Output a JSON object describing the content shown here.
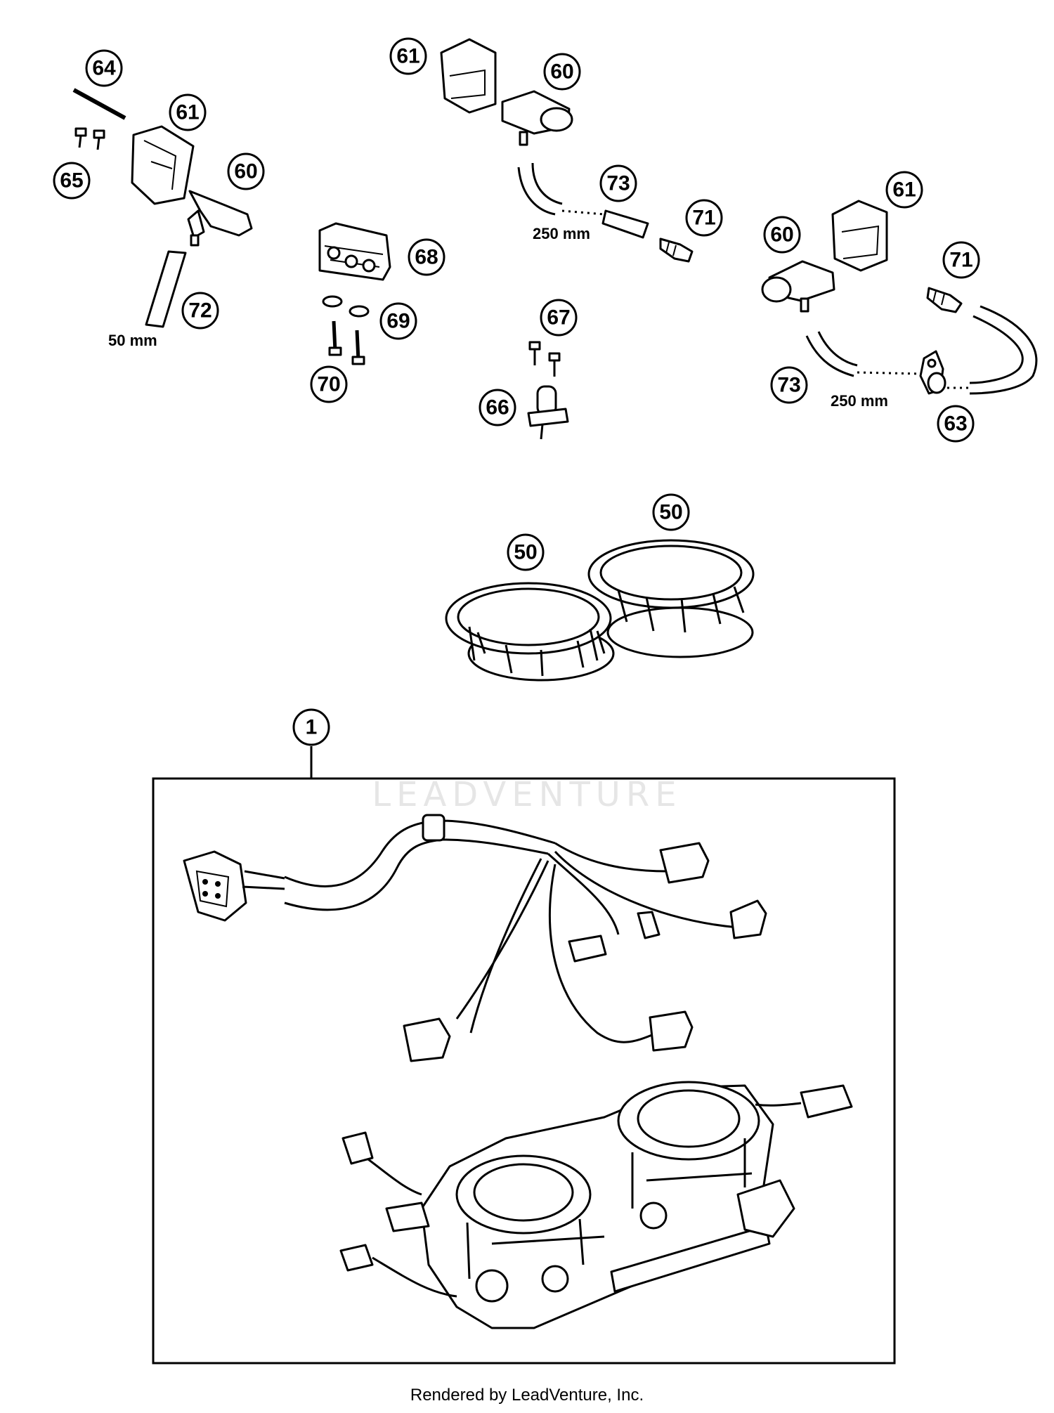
{
  "watermark": "LEADVENTURE",
  "footer": "Rendered by LeadVenture, Inc.",
  "dimensions": {
    "hose_72": "50 mm",
    "hose_73_top": "250 mm",
    "hose_73_right": "250 mm"
  },
  "callouts": [
    {
      "id": "c64",
      "label": "64"
    },
    {
      "id": "c61a",
      "label": "61"
    },
    {
      "id": "c65",
      "label": "65"
    },
    {
      "id": "c60a",
      "label": "60"
    },
    {
      "id": "c72",
      "label": "72"
    },
    {
      "id": "c61b",
      "label": "61"
    },
    {
      "id": "c60b",
      "label": "60"
    },
    {
      "id": "c73a",
      "label": "73"
    },
    {
      "id": "c71a",
      "label": "71"
    },
    {
      "id": "c68",
      "label": "68"
    },
    {
      "id": "c69",
      "label": "69"
    },
    {
      "id": "c70",
      "label": "70"
    },
    {
      "id": "c67",
      "label": "67"
    },
    {
      "id": "c66",
      "label": "66"
    },
    {
      "id": "c61c",
      "label": "61"
    },
    {
      "id": "c60c",
      "label": "60"
    },
    {
      "id": "c71b",
      "label": "71"
    },
    {
      "id": "c73b",
      "label": "73"
    },
    {
      "id": "c63",
      "label": "63"
    },
    {
      "id": "c50a",
      "label": "50"
    },
    {
      "id": "c50b",
      "label": "50"
    },
    {
      "id": "c1",
      "label": "1"
    }
  ]
}
